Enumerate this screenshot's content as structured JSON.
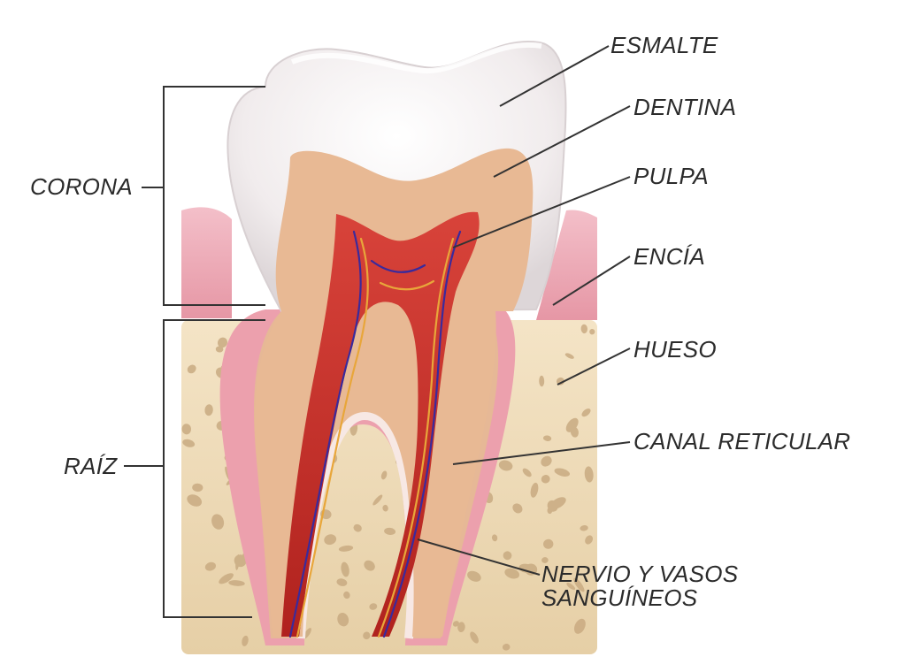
{
  "labels": {
    "corona": "CORONA",
    "raiz": "RAÍZ",
    "esmalte": "ESMALTE",
    "dentina": "DENTINA",
    "pulpa": "PULPA",
    "encia": "ENCÍA",
    "hueso": "HUESO",
    "canal": "CANAL RETICULAR",
    "nervio_line1": "NERVIO Y VASOS",
    "nervio_line2": "SANGUÍNEOS"
  },
  "colors": {
    "enamel": "#f3eff0",
    "dentin": "#e8b996",
    "pulp": "#c9302a",
    "gum": "#eba0ae",
    "bone": "#eddab8",
    "bone_hole": "#c9ab82",
    "nerve": "#3a2a9c",
    "vessel": "#e8a63a",
    "line": "#333333"
  }
}
